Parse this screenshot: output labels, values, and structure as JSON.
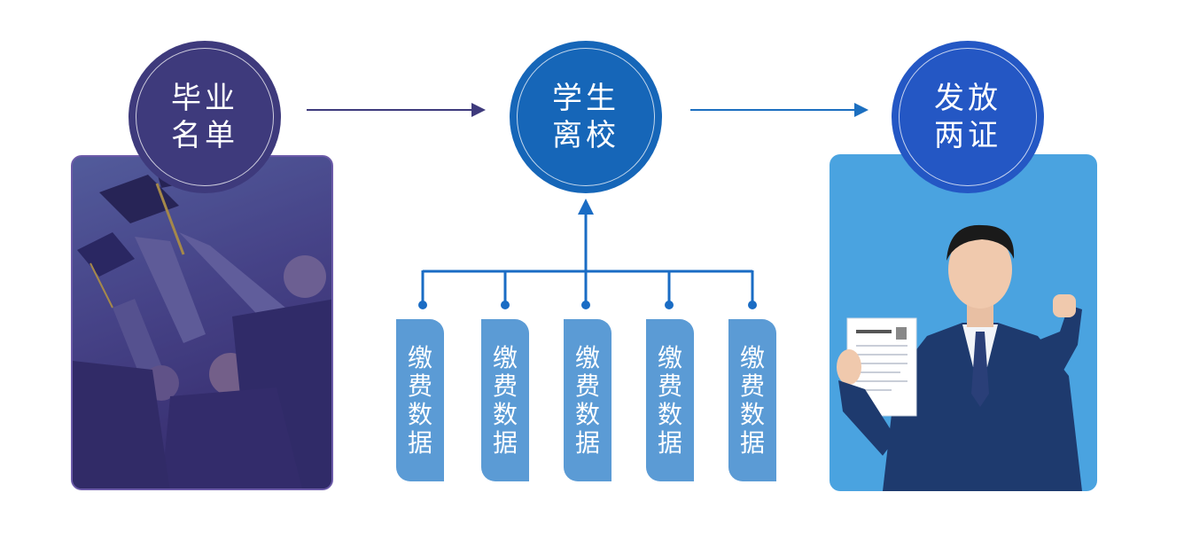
{
  "steps": {
    "left": {
      "line1": "毕业",
      "line2": "名单",
      "color": "#3e3a7c"
    },
    "mid": {
      "line1": "学生",
      "line2": "离校",
      "color": "#1666b8"
    },
    "right": {
      "line1": "发放",
      "line2": "两证",
      "color": "#2457c4"
    }
  },
  "payment_blocks": [
    {
      "label": "缴费数据"
    },
    {
      "label": "缴费数据"
    },
    {
      "label": "缴费数据"
    },
    {
      "label": "缴费数据"
    },
    {
      "label": "缴费数据"
    }
  ],
  "images": {
    "left": "graduates-throwing-caps-photo",
    "right": "businessman-holding-certificate-photo"
  },
  "colors": {
    "arrow_left": "#3e3a7c",
    "arrow_right": "#1c6fc0",
    "connector": "#1a6cc4",
    "block": "#5b9bd5",
    "right_card_bg": "#4aa3e0"
  }
}
